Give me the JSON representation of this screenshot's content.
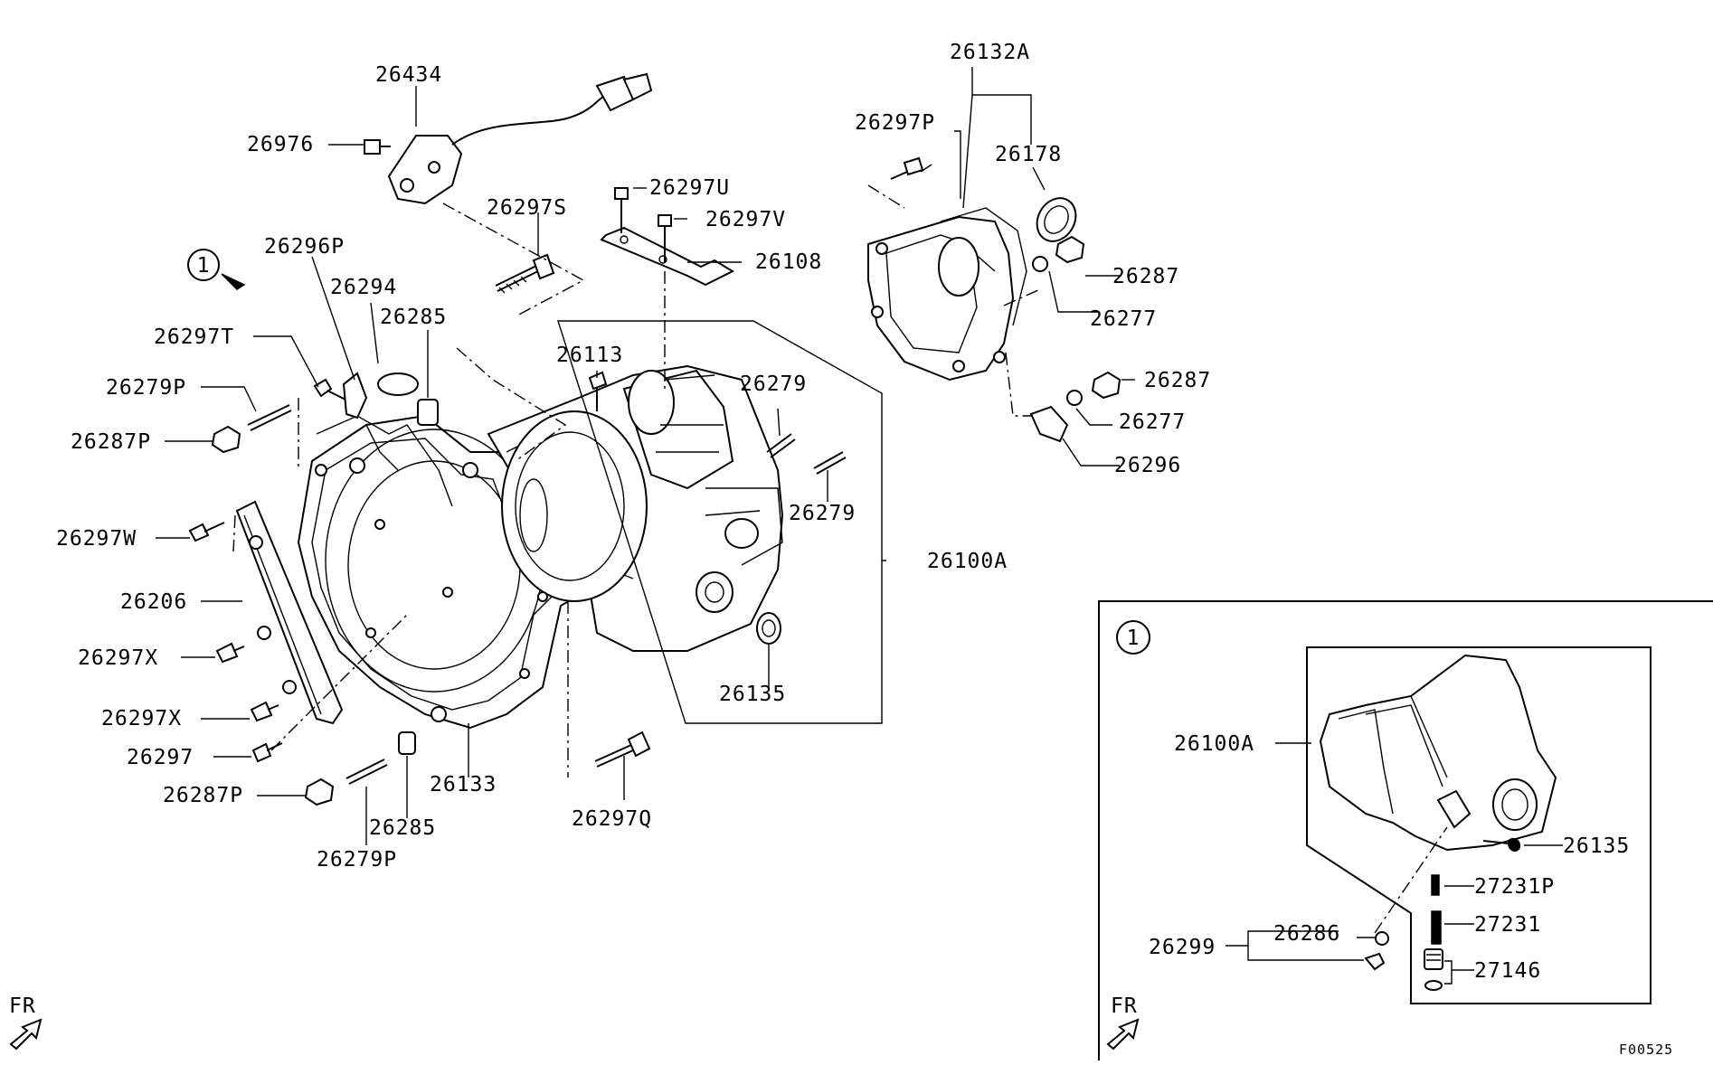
{
  "labels": {
    "p26132A": "26132A",
    "p26434": "26434",
    "p26976": "26976",
    "p26297P_top": "26297P",
    "p26178": "26178",
    "p26297U": "26297U",
    "p26297V": "26297V",
    "p26297S": "26297S",
    "p26108": "26108",
    "p26287_a": "26287",
    "p26277_a": "26277",
    "p26296P": "26296P",
    "p26294": "26294",
    "p26285_top": "26285",
    "p26297T": "26297T",
    "p26113": "26113",
    "p26279P_top": "26279P",
    "p26279_a": "26279",
    "p26287_b": "26287",
    "p26277_b": "26277",
    "p26287P_top": "26287P",
    "p26296": "26296",
    "p26279_b": "26279",
    "p26297W": "26297W",
    "p26100A": "26100A",
    "p26206": "26206",
    "p26297X_a": "26297X",
    "p26135": "26135",
    "p26297X_b": "26297X",
    "p26297": "26297",
    "p26133": "26133",
    "p26287P_bot": "26287P",
    "p26297Q": "26297Q",
    "p26285_bot": "26285",
    "p26279P_bot": "26279P",
    "fr_main": "FR"
  },
  "inset": {
    "callout": "1",
    "p26100A": "26100A",
    "p26135": "26135",
    "p27231P": "27231P",
    "p27231": "27231",
    "p26286": "26286",
    "p26299": "26299",
    "p27146": "27146",
    "fr": "FR"
  },
  "view_callout": "1",
  "figure_code": "F00525"
}
